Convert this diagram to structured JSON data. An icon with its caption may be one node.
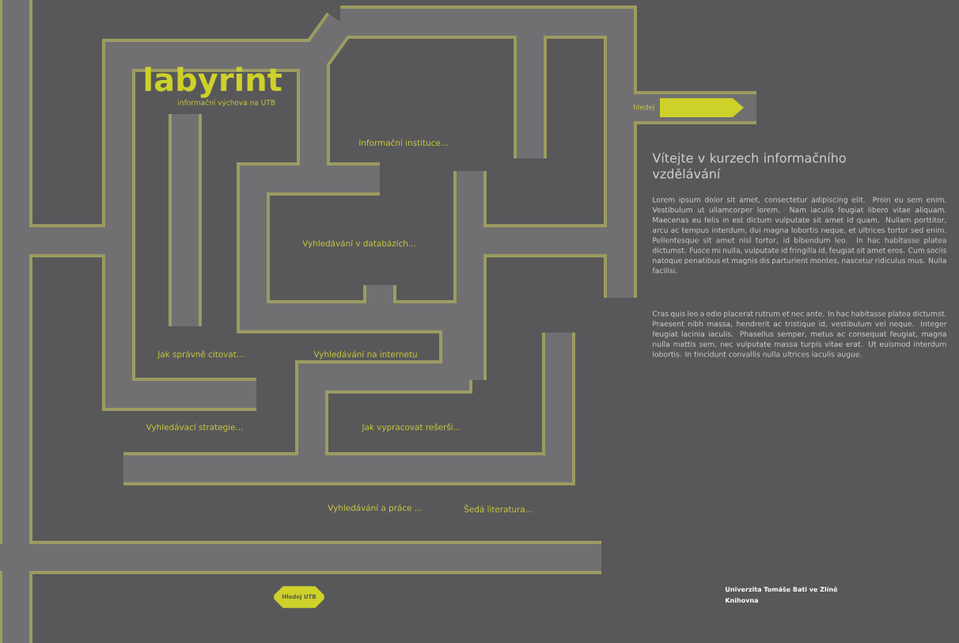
{
  "diagram": {
    "title": "labyrint",
    "nodes": [
      {
        "text": [
          "hledej"
        ]
      },
      {
        "text": [
          "Hledej UTB"
        ]
      }
    ],
    "edges": [],
    "labels": [
      "informační výchova na UTB",
      "Informační instituce...",
      "Vyhledávání v databázích...",
      "Jak správně citovat...",
      "Vyhledávání na internetu",
      "Vyhledávací strategie...",
      "Jak vypracovat rešerši...",
      "Vyhledávání a práce ...",
      "Šedá literatura...",
      "Vítejte v kurzech informačního vzdělávání",
      "Lorem ipsum dolor sit amet, consectetur adipiscing elit. Proin eu sem enim. Vestibulum ut ullamcorper lorem. Nam iaculis feugiat libero vitae aliquam. Maecenas eu felis in est dictum vulputate sit amet id quam. Nullam porttitor, arcu ac tempus interdum, dui magna lobortis neque, et ultrices tortor sed enim. Pellentesque sit amet nisl tortor, id bibendum leo. In hac habitasse platea dictumst. Fusce mi nulla, vulputate id fringilla id, feugiat sit amet eros. Cum sociis natoque penatibus et magnis dis parturient montes, nascetur ridiculus mus. Nulla facilisi.",
      "Cras quis leo a odio placerat rutrum et nec ante. In hac habitasse platea dictumst. Praesent nibh massa, hendrerit ac tristique id, vestibulum vel neque. Integer feugiat lacinia iaculis. Phasellus semper, metus ac consequat feugiat, magna nulla mattis sem, nec vulputate massa turpis vitae erat. Ut euismod interdum lobortis. In tincidunt convallis nulla ultrices iaculis augue.",
      "Univerzita Tomáše Bati ve Zlíně",
      "Knihovna"
    ]
  }
}
